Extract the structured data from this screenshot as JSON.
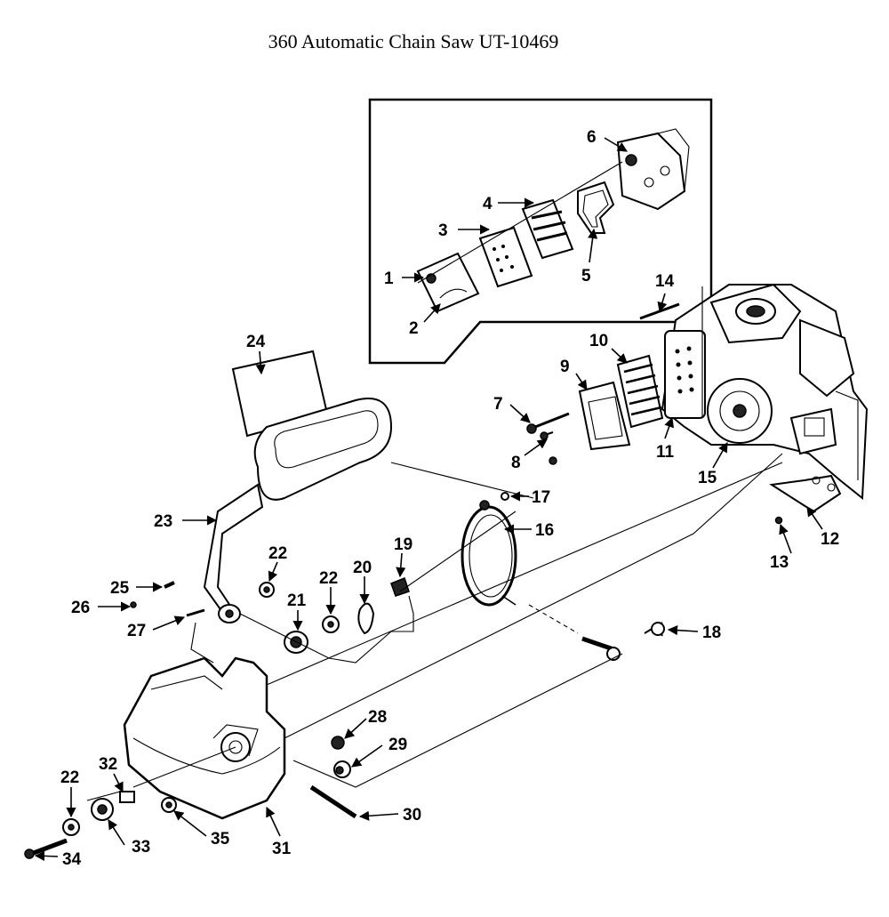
{
  "title": "360 Automatic Chain Saw UT-10469",
  "callouts": [
    "1",
    "2",
    "3",
    "4",
    "5",
    "6",
    "7",
    "8",
    "9",
    "10",
    "11",
    "12",
    "13",
    "14",
    "15",
    "16",
    "17",
    "18",
    "19",
    "20",
    "21",
    "22",
    "22",
    "22",
    "23",
    "24",
    "25",
    "26",
    "27",
    "28",
    "29",
    "30",
    "31",
    "32",
    "33",
    "34",
    "35"
  ],
  "icons": [
    "arrowhead-icon"
  ]
}
